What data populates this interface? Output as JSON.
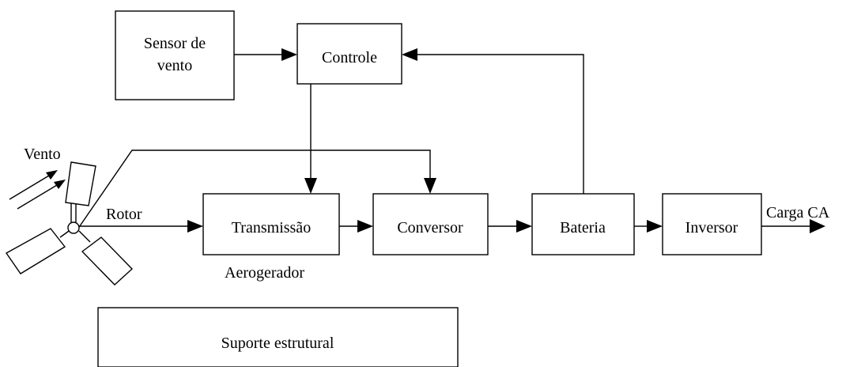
{
  "blocks": {
    "sensor": {
      "line1": "Sensor de",
      "line2": "vento"
    },
    "controle": "Controle",
    "transmissao": "Transmissão",
    "conversor": "Conversor",
    "bateria": "Bateria",
    "inversor": "Inversor",
    "suporte": "Suporte estrutural"
  },
  "labels": {
    "vento": "Vento",
    "rotor": "Rotor",
    "aerogerador": "Aerogerador",
    "carga": "Carga CA"
  },
  "colors": {
    "stroke": "#000000",
    "background": "#ffffff"
  }
}
